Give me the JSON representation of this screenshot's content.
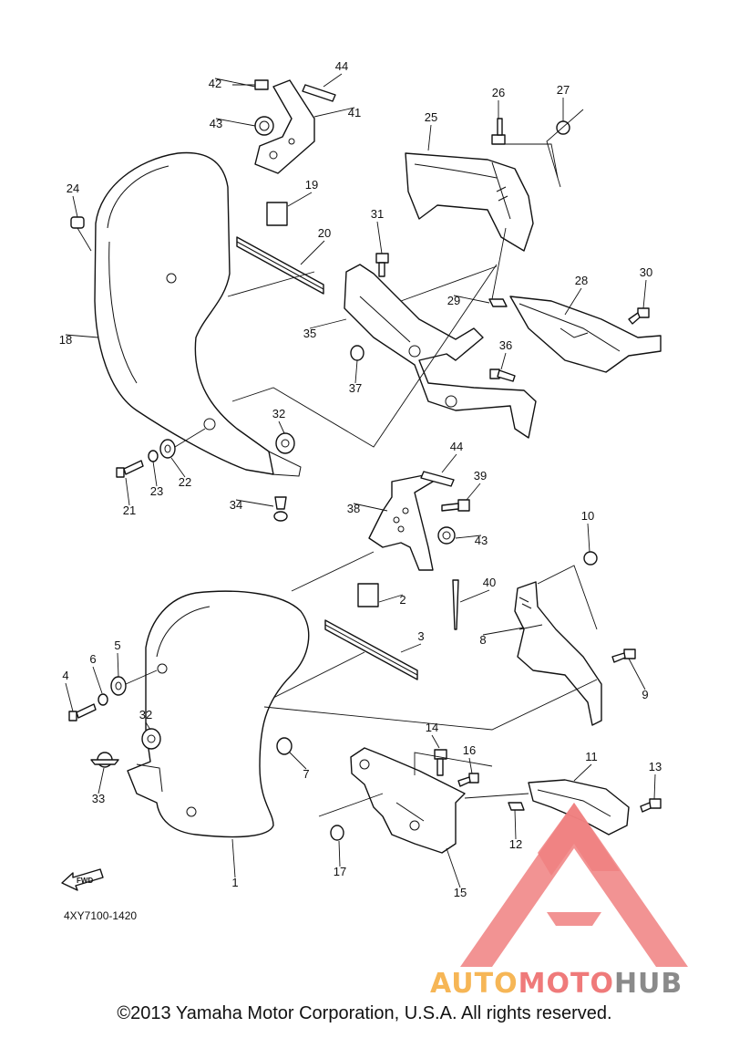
{
  "callouts": [
    "1",
    "2",
    "3",
    "4",
    "5",
    "6",
    "7",
    "8",
    "9",
    "10",
    "11",
    "12",
    "13",
    "14",
    "15",
    "16",
    "17",
    "18",
    "19",
    "20",
    "21",
    "22",
    "23",
    "24",
    "25",
    "26",
    "27",
    "28",
    "29",
    "30",
    "31",
    "32",
    "32",
    "33",
    "34",
    "35",
    "36",
    "37",
    "38",
    "39",
    "40",
    "41",
    "42",
    "43",
    "43",
    "44",
    "44"
  ],
  "fwd_label": "FWD",
  "diagram_code": "4XY7100-1420",
  "watermark": {
    "parts": [
      "AUTO",
      "MOTO",
      "HUB"
    ],
    "colors": {
      "auto": "#f6b656",
      "moto": "#ef7a7a",
      "hub": "#8a8a8a",
      "logo": "#f08080"
    }
  },
  "copyright": "©2013 Yamaha Motor Corporation, U.S.A. All rights reserved."
}
